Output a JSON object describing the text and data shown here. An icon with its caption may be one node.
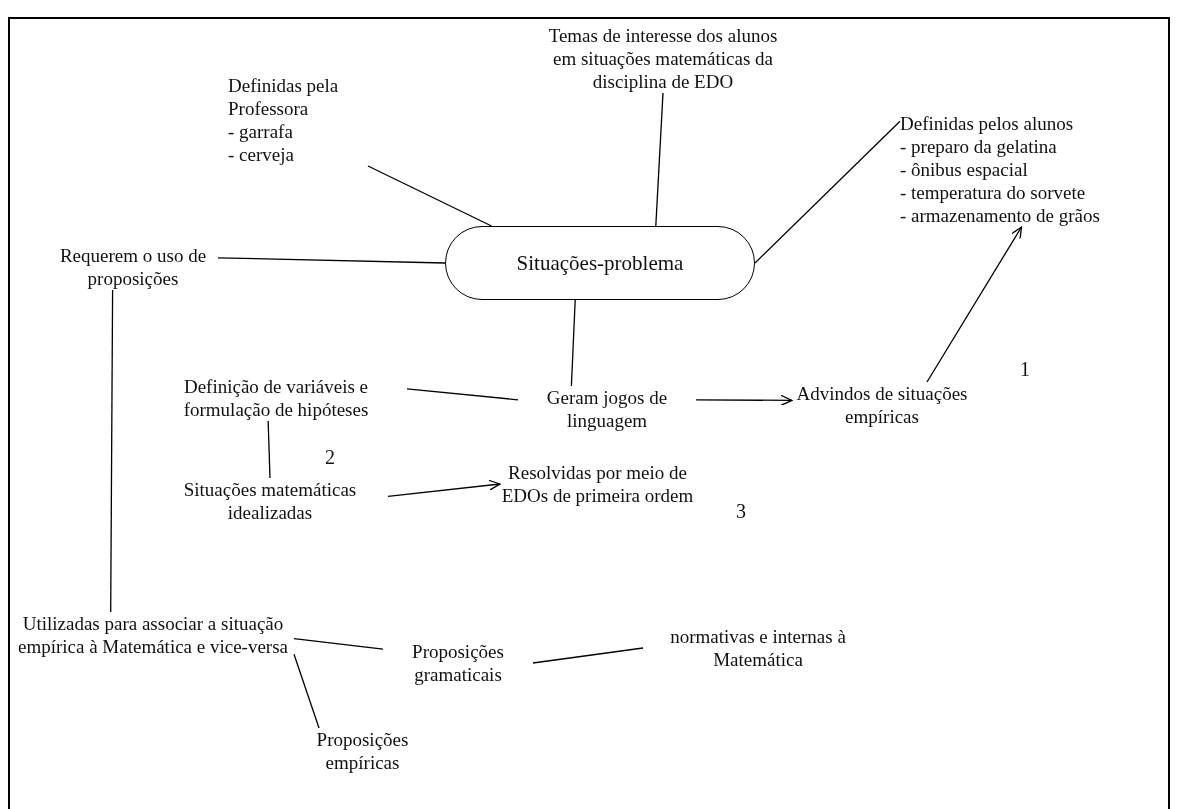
{
  "diagram": {
    "nodes": [
      {
        "text": [
          "Definidas pela Professora",
          "- garrafa",
          "- cerveja"
        ]
      },
      {
        "text": [
          "Temas de interesse dos alunos em situações matemáticas da disciplina de EDO"
        ]
      },
      {
        "text": [
          "Definidas pelos alunos",
          "- preparo da gelatina",
          "- ônibus espacial",
          "- temperatura do sorvete",
          "- armazenamento de grãos"
        ]
      },
      {
        "text": [
          "Requerem o uso de proposições"
        ]
      },
      {
        "text": [
          "Situações-problema"
        ]
      },
      {
        "text": [
          "Definição de variáveis e formulação de hipóteses"
        ]
      },
      {
        "text": [
          "Geram jogos de linguagem"
        ]
      },
      {
        "text": [
          "Advindos de situações empíricas"
        ]
      },
      {
        "text": [
          "Situações matemáticas idealizadas"
        ]
      },
      {
        "text": [
          "Resolvidas por meio de EDOs de primeira ordem"
        ]
      },
      {
        "text": [
          "Utilizadas para associar a situação empírica à Matemática e vice-versa"
        ]
      },
      {
        "text": [
          "Proposições gramaticais"
        ]
      },
      {
        "text": [
          "normativas e internas à Matemática"
        ]
      },
      {
        "text": [
          "Proposições empíricas"
        ]
      }
    ],
    "edges": [
      {
        "from": 4,
        "to": 0,
        "arrow": "none"
      },
      {
        "from": 4,
        "to": 1,
        "arrow": "none"
      },
      {
        "from": 4,
        "to": 2,
        "arrow": "none"
      },
      {
        "from": 3,
        "to": 4,
        "arrow": "none"
      },
      {
        "from": 4,
        "to": 6,
        "arrow": "none"
      },
      {
        "from": 5,
        "to": 6,
        "arrow": "none"
      },
      {
        "from": 6,
        "to": 7,
        "arrow": "to"
      },
      {
        "from": 7,
        "to": 2,
        "arrow": "to"
      },
      {
        "from": 5,
        "to": 8,
        "arrow": "none"
      },
      {
        "from": 8,
        "to": 9,
        "arrow": "to"
      },
      {
        "from": 3,
        "to": 10,
        "arrow": "none"
      },
      {
        "from": 10,
        "to": 11,
        "arrow": "none"
      },
      {
        "from": 11,
        "to": 12,
        "arrow": "none"
      },
      {
        "from": 10,
        "to": 13,
        "arrow": "none"
      }
    ],
    "labels": [
      "1",
      "2",
      "3"
    ]
  }
}
